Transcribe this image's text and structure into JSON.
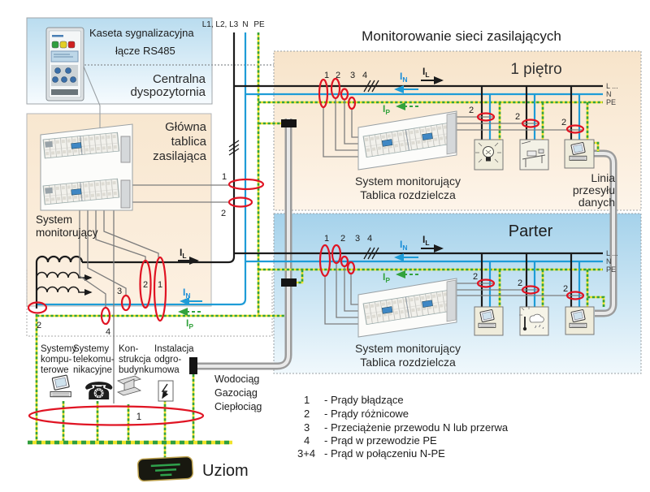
{
  "title": "Monitorowanie sieci zasilających",
  "feeders": {
    "l123": "L1, L2, L3",
    "n": "N",
    "pe": "PE"
  },
  "control_room": {
    "device_label": "Kaseta sygnalizacyjna",
    "link_label": "łącze RS485",
    "name_lines": [
      "Centralna",
      "dyspozytornia"
    ]
  },
  "main_board": {
    "title_lines": [
      "Główna",
      "tablica",
      "zasilająca"
    ],
    "system_lines": [
      "System",
      "monitorujący"
    ],
    "sensors": {
      "right1": "1",
      "right2": "2",
      "b2": "2",
      "b1": "1",
      "b3": "3",
      "b4": "4",
      "left2": "2"
    }
  },
  "currents": {
    "il": {
      "base": "I",
      "sub": "L"
    },
    "in": {
      "base": "I",
      "sub": "N"
    },
    "ip": {
      "base": "I",
      "sub": "P"
    }
  },
  "floor1": {
    "name": "1 piętro",
    "numbers": [
      "1",
      "2",
      "3",
      "4"
    ],
    "bus_labels": [
      "L ...",
      "N",
      "PE"
    ],
    "branch_labels": [
      "2",
      "2",
      "2"
    ],
    "panel_lines": [
      "System monitorujący",
      "Tablica rozdzielcza"
    ],
    "data_line_lines": [
      "Linia",
      "przesyłu",
      "danych"
    ]
  },
  "parter": {
    "name": "Parter",
    "numbers": [
      "1",
      "2",
      "3",
      "4"
    ],
    "bus_labels": [
      "L ...",
      "N",
      "PE"
    ],
    "branch_labels": [
      "2",
      "2",
      "2"
    ],
    "panel_lines": [
      "System monitorujący",
      "Tablica rozdzielcza"
    ]
  },
  "earthing": {
    "systems": [
      [
        "Systemy",
        "kompu-",
        "terowe"
      ],
      [
        "Systemy",
        "telekomu-",
        "nikacyjne"
      ],
      [
        "Kon-",
        "strukcja",
        "budynku"
      ],
      [
        "Instalacja",
        "odgro-",
        "mowa"
      ]
    ],
    "pipes": [
      "Wodociąg",
      "Gazociąg",
      "Ciepłociąg"
    ],
    "loop_label": "1",
    "earth_label": "Uziom"
  },
  "legend": [
    {
      "num": "1",
      "desc": "- Prądy błądzące"
    },
    {
      "num": "2",
      "desc": "- Prądy różnicowe"
    },
    {
      "num": "3",
      "desc": "- Przeciążenie przewodu N lub przerwa"
    },
    {
      "num": "4",
      "desc": "- Prąd w przewodzie PE"
    },
    {
      "num": "3+4",
      "desc": "- Prąd w połączeniu N-PE"
    }
  ],
  "colors": {
    "line_l": "#1b1b1b",
    "line_n": "#1e9cd7",
    "line_pe_green": "#33a23d",
    "line_pe_yellow": "#efe32b",
    "sensor_red": "#e01423",
    "floor1_bg": "#f9e9d3",
    "parter_bg": "#a9d4ec",
    "control_bg": "#bfdff0"
  }
}
